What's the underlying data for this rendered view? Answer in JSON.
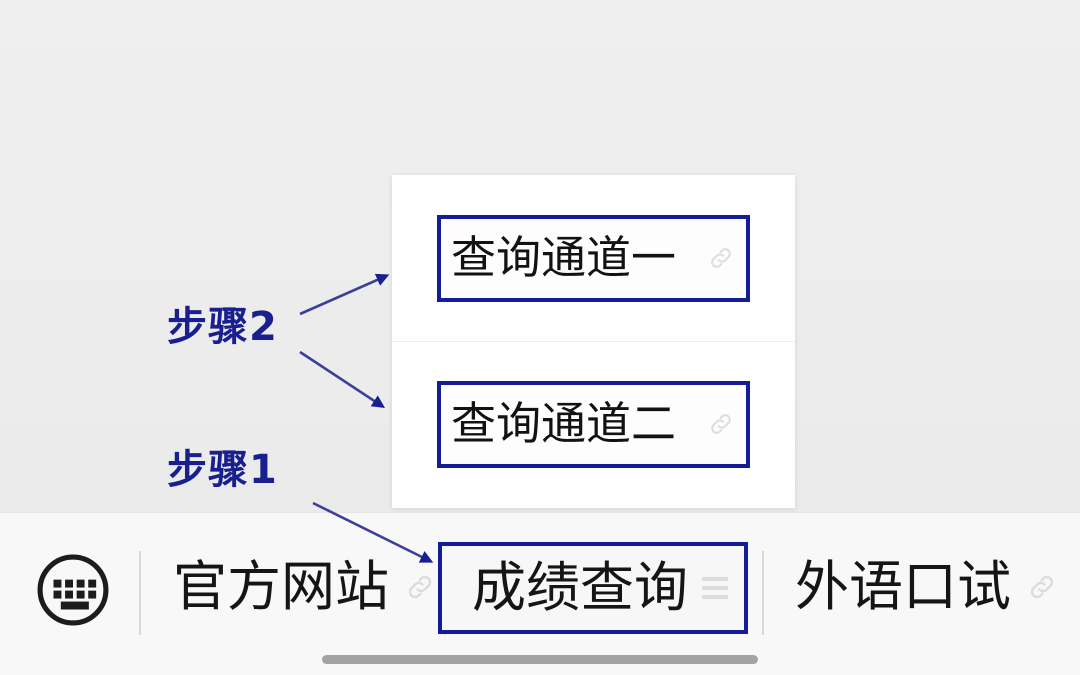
{
  "screen": {
    "background_color": "#ededed",
    "bottom_bar_color": "#f8f8f8",
    "accent_color": "#141d96",
    "annotation_color": "#1a1f8f"
  },
  "popup": {
    "items": [
      {
        "label": "查询通道一",
        "icon": "link-icon"
      },
      {
        "label": "查询通道二",
        "icon": "link-icon"
      }
    ]
  },
  "bottom_bar": {
    "keyboard_button": {
      "icon": "keyboard-icon"
    },
    "tabs": [
      {
        "label": "官方网站",
        "icon": "link-icon",
        "selected": false
      },
      {
        "label": "成绩查询",
        "icon": "list-menu-icon",
        "selected": true
      },
      {
        "label": "外语口试",
        "icon": "link-icon",
        "selected": false
      }
    ],
    "scrollbar": {
      "icon": "horizontal-scrollbar"
    }
  },
  "annotations": {
    "step2": "步骤2",
    "step1": "步骤1"
  }
}
